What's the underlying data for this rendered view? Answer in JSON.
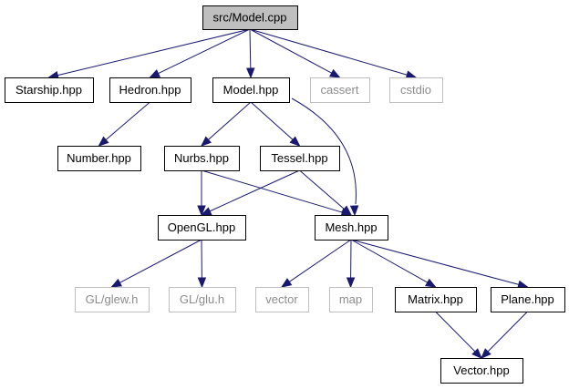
{
  "colors": {
    "edge": "#191970",
    "root_fill": "#bfbfbf",
    "node_border": "#000000",
    "system_border": "#bfbfbf",
    "system_text": "#8c8c8c"
  },
  "nodes": [
    {
      "id": "model_cpp",
      "label": "src/Model.cpp",
      "kind": "root"
    },
    {
      "id": "starship_hpp",
      "label": "Starship.hpp",
      "kind": "local"
    },
    {
      "id": "hedron_hpp",
      "label": "Hedron.hpp",
      "kind": "local"
    },
    {
      "id": "model_hpp",
      "label": "Model.hpp",
      "kind": "local"
    },
    {
      "id": "cassert",
      "label": "cassert",
      "kind": "system"
    },
    {
      "id": "cstdio",
      "label": "cstdio",
      "kind": "system"
    },
    {
      "id": "number_hpp",
      "label": "Number.hpp",
      "kind": "local"
    },
    {
      "id": "nurbs_hpp",
      "label": "Nurbs.hpp",
      "kind": "local"
    },
    {
      "id": "tessel_hpp",
      "label": "Tessel.hpp",
      "kind": "local"
    },
    {
      "id": "opengl_hpp",
      "label": "OpenGL.hpp",
      "kind": "local"
    },
    {
      "id": "mesh_hpp",
      "label": "Mesh.hpp",
      "kind": "local"
    },
    {
      "id": "gl_glew_h",
      "label": "GL/glew.h",
      "kind": "system"
    },
    {
      "id": "gl_glu_h",
      "label": "GL/glu.h",
      "kind": "system"
    },
    {
      "id": "vector",
      "label": "vector",
      "kind": "system"
    },
    {
      "id": "map",
      "label": "map",
      "kind": "system"
    },
    {
      "id": "matrix_hpp",
      "label": "Matrix.hpp",
      "kind": "local"
    },
    {
      "id": "plane_hpp",
      "label": "Plane.hpp",
      "kind": "local"
    },
    {
      "id": "vector_hpp",
      "label": "Vector.hpp",
      "kind": "local"
    }
  ],
  "edges": [
    {
      "from": "model_cpp",
      "to": "starship_hpp"
    },
    {
      "from": "model_cpp",
      "to": "hedron_hpp"
    },
    {
      "from": "model_cpp",
      "to": "model_hpp"
    },
    {
      "from": "model_cpp",
      "to": "cassert"
    },
    {
      "from": "model_cpp",
      "to": "cstdio"
    },
    {
      "from": "hedron_hpp",
      "to": "number_hpp"
    },
    {
      "from": "model_hpp",
      "to": "nurbs_hpp"
    },
    {
      "from": "model_hpp",
      "to": "tessel_hpp"
    },
    {
      "from": "model_hpp",
      "to": "mesh_hpp"
    },
    {
      "from": "nurbs_hpp",
      "to": "opengl_hpp"
    },
    {
      "from": "nurbs_hpp",
      "to": "mesh_hpp"
    },
    {
      "from": "tessel_hpp",
      "to": "opengl_hpp"
    },
    {
      "from": "tessel_hpp",
      "to": "mesh_hpp"
    },
    {
      "from": "opengl_hpp",
      "to": "gl_glew_h"
    },
    {
      "from": "opengl_hpp",
      "to": "gl_glu_h"
    },
    {
      "from": "mesh_hpp",
      "to": "vector"
    },
    {
      "from": "mesh_hpp",
      "to": "map"
    },
    {
      "from": "mesh_hpp",
      "to": "matrix_hpp"
    },
    {
      "from": "mesh_hpp",
      "to": "plane_hpp"
    },
    {
      "from": "matrix_hpp",
      "to": "vector_hpp"
    },
    {
      "from": "plane_hpp",
      "to": "vector_hpp"
    }
  ]
}
